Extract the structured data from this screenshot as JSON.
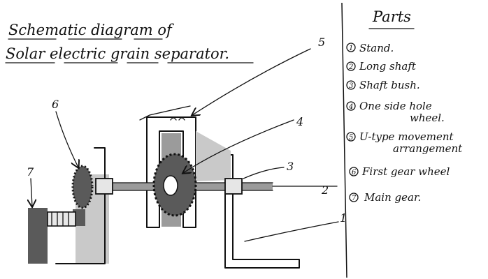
{
  "title": {
    "line1": "Schematic diagram of",
    "line2": "Solar electric grain separator."
  },
  "parts": {
    "heading": "Parts",
    "items": [
      {
        "marker": "1",
        "line1": "Stand.",
        "line2": ""
      },
      {
        "marker": "2",
        "line1": "Long shaft",
        "line2": ""
      },
      {
        "marker": "3",
        "line1": "Shaft bush.",
        "line2": ""
      },
      {
        "marker": "4",
        "line1": "One side hole",
        "line2": "wheel."
      },
      {
        "marker": "5",
        "line1": "U-type movement",
        "line2": "arrangement"
      },
      {
        "marker": "6",
        "line1": "First gear wheel",
        "line2": ""
      },
      {
        "marker": "7",
        "line1": "Main gear.",
        "line2": ""
      }
    ]
  },
  "callouts": {
    "c1": "1",
    "c2": "2",
    "c3": "3",
    "c4": "4",
    "c5": "5",
    "c6": "6",
    "c7": "7"
  }
}
